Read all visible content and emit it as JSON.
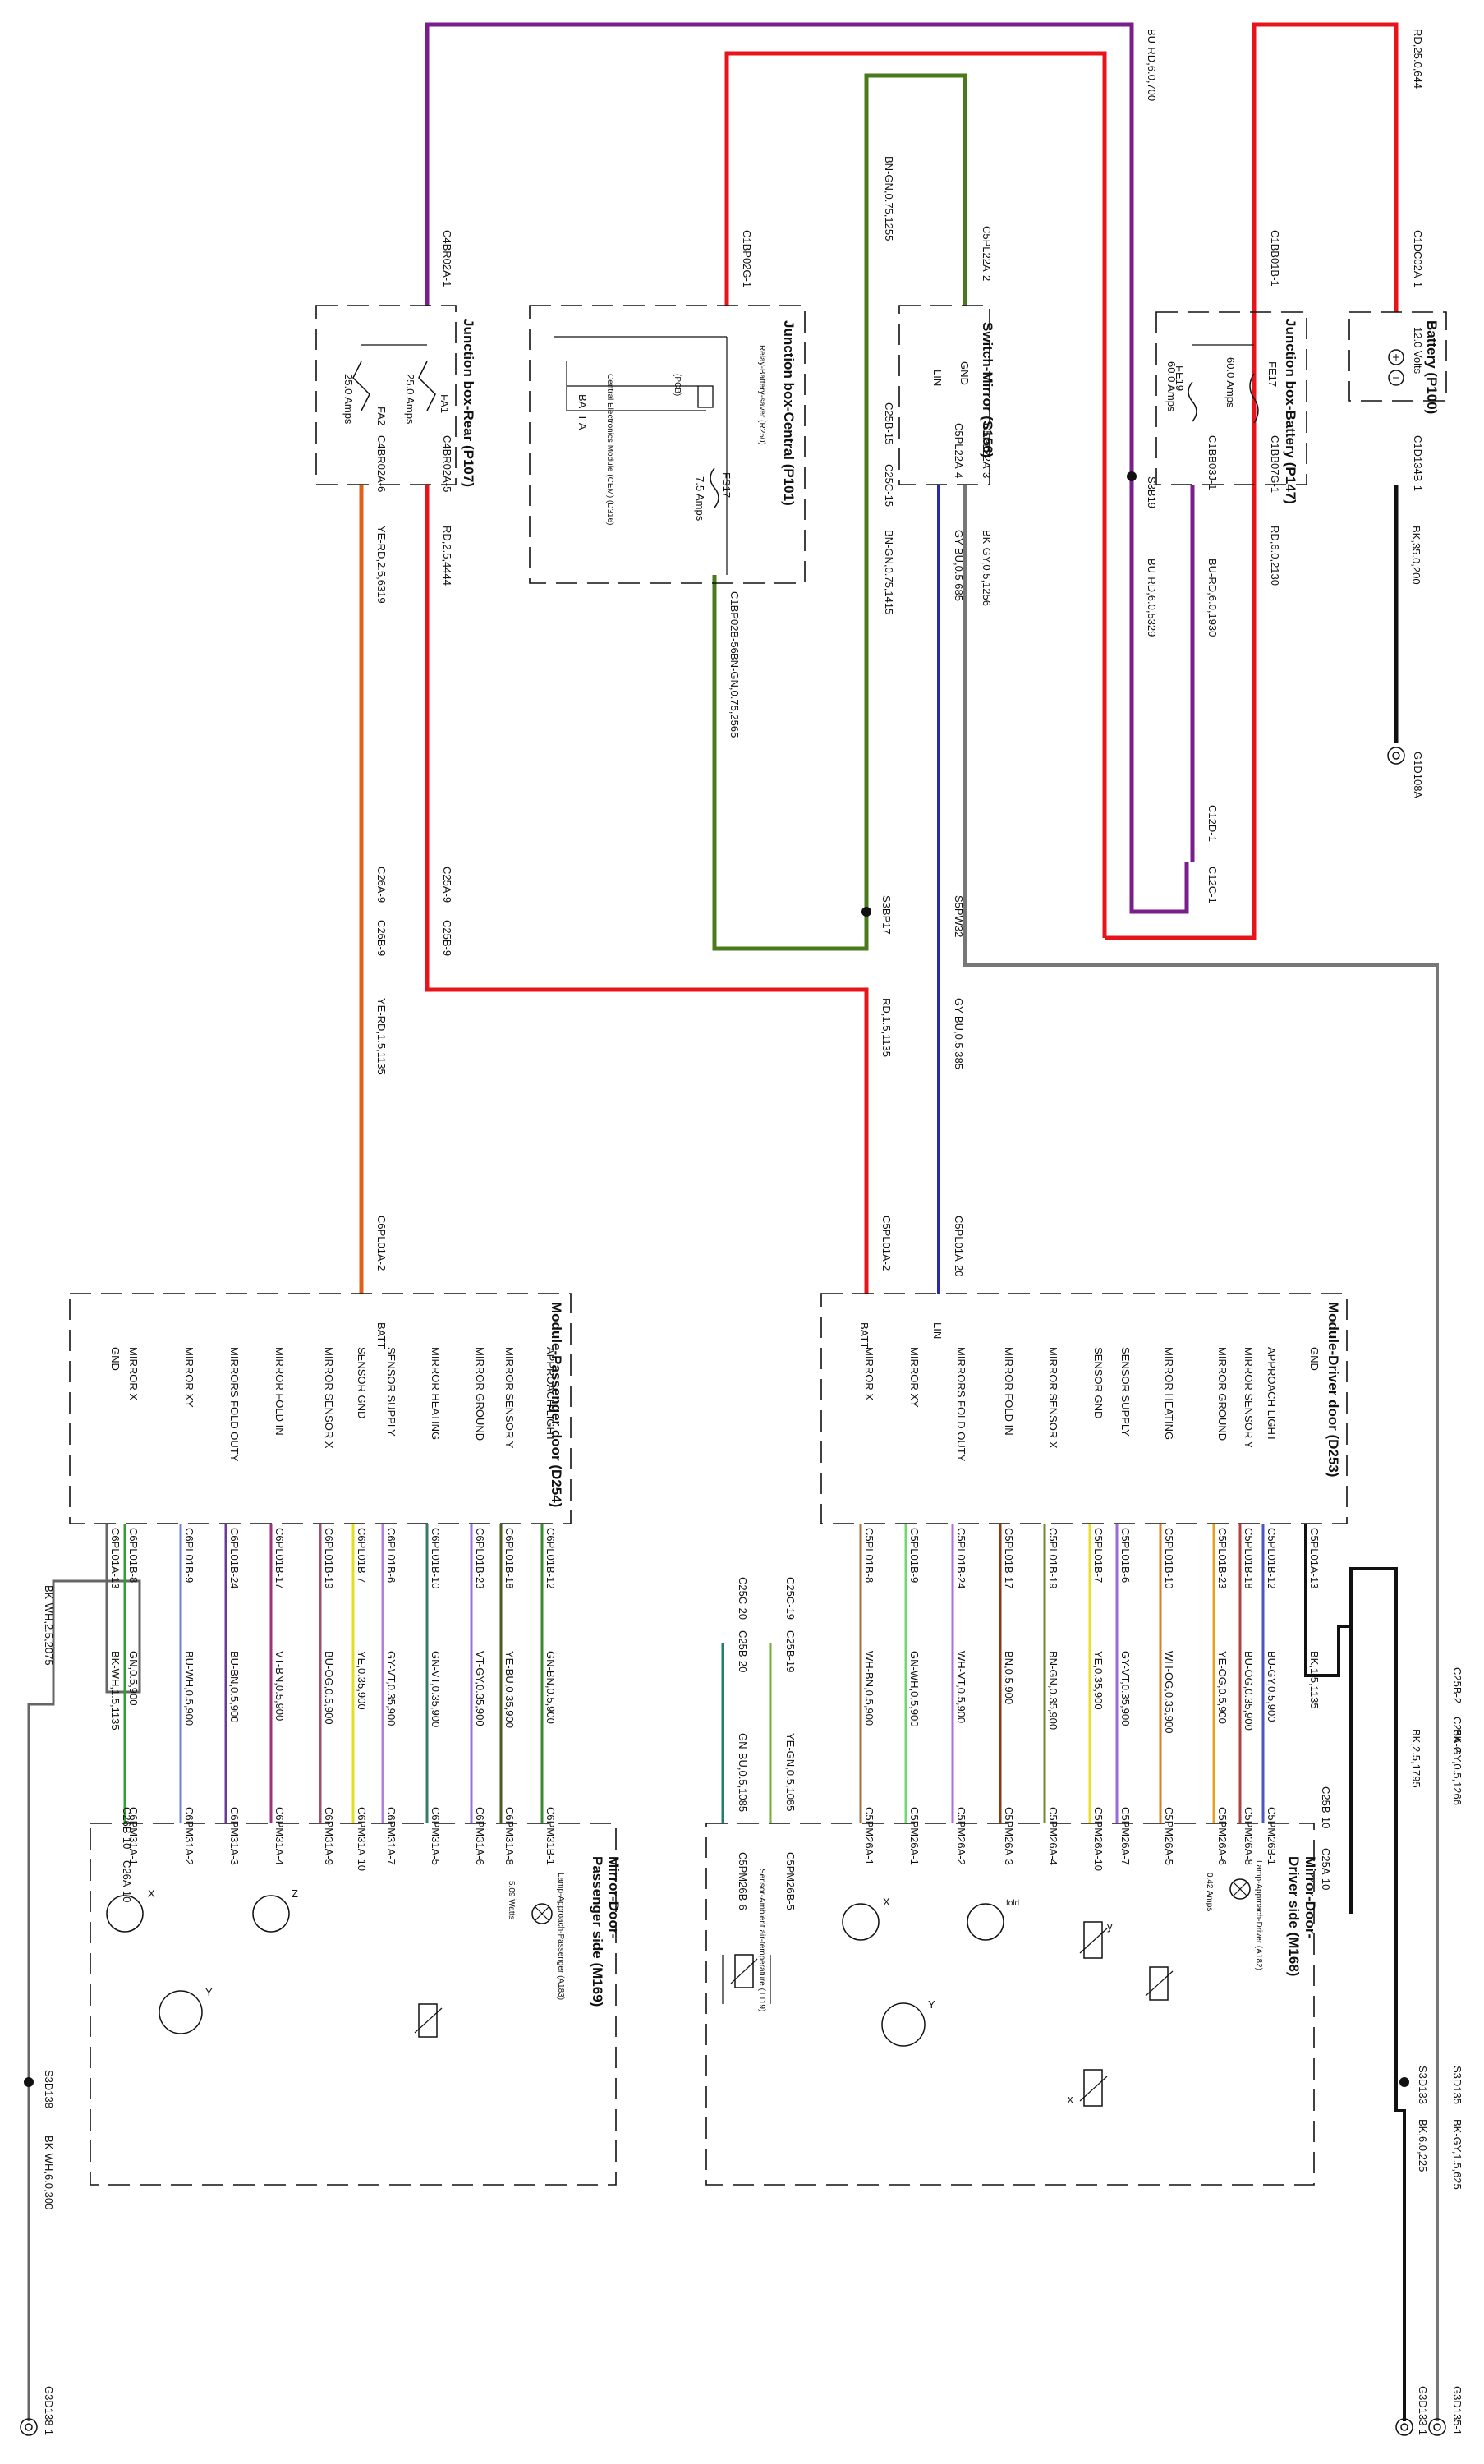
{
  "battery": {
    "title": "Battery (P100)",
    "voltage": "12.0 Volts"
  },
  "jb_battery": {
    "title": "Junction box-Battery (P147)",
    "fuses": [
      {
        "id": "FE17",
        "rating": "60.0 Amps"
      },
      {
        "id": "FE19",
        "rating": "60.0 Amps"
      }
    ]
  },
  "jb_central": {
    "title": "Junction box-Central (P101)",
    "relay": "Relay-Battery-saver (R250)",
    "cem": "Central Electronics Module (CEM) (D316)",
    "batt_label": "BATT A",
    "pcb": "(PCB)",
    "fuse": {
      "id": "FS17",
      "rating": "7.5 Amps"
    }
  },
  "switch_mirror": {
    "title": "Switch-Mirror (S156)",
    "gnd": "GND",
    "lin": "LIN"
  },
  "jb_rear": {
    "title": "Junction box-Rear (P107)",
    "fuses": [
      {
        "id": "FA1",
        "rating": "25.0 Amps"
      },
      {
        "id": "FA2",
        "rating": "25.0 Amps"
      }
    ]
  },
  "wires": {
    "w1": "RD,25.0,644",
    "w2": "BU-RD,6.0,700",
    "w3": "BN-GN,0.75,1255",
    "w4": "BK,35.0,200",
    "w5": "RD,6.0,2130",
    "w6": "BU-RD,6.0,1930",
    "w7": "BU-RD,6.0,5329",
    "w8": "BK-GY,0.5,1256",
    "w9": "GY-BU,0.5,685",
    "w10": "BN-GN,0.75,1415",
    "w11": "BN-GN,0.75,2565",
    "w12": "RD,2.5,4444",
    "w13": "YE-RD,2.5,6319",
    "w14": "YE-RD,1.5,1135",
    "w15": "RD,1.5,1135",
    "w16": "GY-BU,0.5,385",
    "w17": "BK-GY,0.5,1266",
    "w18": "BK,2.5,1795",
    "w19": "BK-GY,1.5,625",
    "w20": "BK,6.0,225",
    "w21": "BK-WH,2.5,2075",
    "w22": "BK-WH,6.0,300"
  },
  "connectors": {
    "c1": "C1DC02A-1",
    "c2": "C1D134B-1",
    "c3": "G1D108A",
    "c4": "C1BB01B-1",
    "c5": "C1BB07G-1",
    "c6": "C1BB03J-1",
    "c7": "S3B19",
    "c8": "C12D-1",
    "c9": "C12C-1",
    "c10": "C5PL22A-2",
    "c11": "C5PL22A-3",
    "c12": "C5PL22A-4",
    "c13": "C25B-15",
    "c14": "C25C-15",
    "c15": "C1BP02G-1",
    "c16": "C1BP02B-56",
    "c17": "S3BP17",
    "c18": "S5PW32",
    "c19": "C4BR02A-1",
    "c20": "C4BR02A-5",
    "c21": "C4BR02A-6",
    "c22": "C26A-9",
    "c23": "C26B-9",
    "c24": "C25A-9",
    "c25": "C25B-9",
    "c26": "C6PL01A-2",
    "c27": "C5PL01A-2",
    "c28": "C5PL01A-20",
    "c29": "C25B-2",
    "c30": "C25A-2",
    "c31": "C25B-10",
    "c32": "C25A-10",
    "c33": "S3D133",
    "c34": "S3D135",
    "c35": "G3D133-1",
    "c36": "G3D135-1",
    "c37": "C26B-10",
    "c38": "C26A-10",
    "c39": "S3D138",
    "c40": "G3D138-1",
    "c41": "C25C-19",
    "c42": "C25B-19",
    "c43": "C25C-20",
    "c44": "C25B-20"
  },
  "driver_module": {
    "title": "Module-Driver door (D253)",
    "batt": "BATT",
    "lin": "LIN",
    "pins": [
      {
        "name": "GND",
        "conn": "C5PL01A-13",
        "wire": "BK,1.5,1135",
        "dest": ""
      },
      {
        "name": "APPROACH LIGHT",
        "conn": "C5PL01B-12",
        "wire": "BU-GY,0.5,900",
        "dest": "C5PM26B-1"
      },
      {
        "name": "MIRROR SENSOR Y",
        "conn": "C5PL01B-18",
        "wire": "BU-OG,0.35,900",
        "dest": "C5PM26A-8"
      },
      {
        "name": "MIRROR GROUND",
        "conn": "C5PL01B-23",
        "wire": "YE-OG,0.5,900",
        "dest": "C5PM26A-6"
      },
      {
        "name": "MIRROR HEATING",
        "conn": "C5PL01B-10",
        "wire": "WH-OG,0.35,900",
        "dest": "C5PM26A-5"
      },
      {
        "name": "SENSOR SUPPLY",
        "conn": "C5PL01B-6",
        "wire": "GY-VT,0.35,900",
        "dest": "C5PM26A-7"
      },
      {
        "name": "SENSOR GND",
        "conn": "C5PL01B-7",
        "wire": "YE,0.35,900",
        "dest": "C5PM26A-10"
      },
      {
        "name": "MIRROR SENSOR X",
        "conn": "C5PL01B-19",
        "wire": "BN-GN,0.35,900",
        "dest": "C5PM26A-4"
      },
      {
        "name": "MIRROR FOLD IN",
        "conn": "C5PL01B-17",
        "wire": "BN,0.5,900",
        "dest": "C5PM26A-3"
      },
      {
        "name": "MIRRORS FOLD OUTY",
        "conn": "C5PL01B-24",
        "wire": "WH-VT,0.5,900",
        "dest": "C5PM26A-2"
      },
      {
        "name": "MIRROR XY",
        "conn": "C5PL01B-9",
        "wire": "GN-WH,0.5,900",
        "dest": "C5PM26A-1"
      },
      {
        "name": "MIRROR X",
        "conn": "C5PL01B-8",
        "wire": "WH-BN,0.5,900",
        "dest": "C5PM26A-1"
      }
    ],
    "ambient_wires": [
      "YE-GN,0.5,1085",
      "GN-BU,0.5,1085"
    ],
    "ambient_dest": [
      "C5PM26B-5",
      "C5PM26B-6"
    ]
  },
  "driver_mirror": {
    "title1": "Mirror-Door-",
    "title2": "Driver side (M168)",
    "lamp": "Lamp-Approach-Driver (A182)",
    "lamp_power": "0.42 Amps",
    "sensor": "Sensor-Ambient air-temperature (T119)",
    "motor_fold": "fold",
    "motor_x": "X",
    "motor_y": "Y",
    "pot_x": "x",
    "pot_y": "y"
  },
  "passenger_module": {
    "title": "Module-Passenger door (D254)",
    "batt": "BATT",
    "pins": [
      {
        "name": "APPROACH LIGHT",
        "conn": "C6PL01B-12",
        "wire": "GN-BN,0.5,900",
        "dest": "C6PM31B-1"
      },
      {
        "name": "MIRROR SENSOR Y",
        "conn": "C6PL01B-18",
        "wire": "YE-BU,0.35,900",
        "dest": "C6PM31A-8"
      },
      {
        "name": "MIRROR GROUND",
        "conn": "C6PL01B-23",
        "wire": "VT-GY,0.35,900",
        "dest": "C6PM31A-6"
      },
      {
        "name": "MIRROR HEATING",
        "conn": "C6PL01B-10",
        "wire": "GN-VT,0.35,900",
        "dest": "C6PM31A-5"
      },
      {
        "name": "SENSOR SUPPLY",
        "conn": "C6PL01B-6",
        "wire": "GY-VT,0.35,900",
        "dest": "C6PM31A-7"
      },
      {
        "name": "SENSOR GND",
        "conn": "C6PL01B-7",
        "wire": "YE,0.35,900",
        "dest": "C6PM31A-10"
      },
      {
        "name": "MIRROR SENSOR X",
        "conn": "C6PL01B-19",
        "wire": "BU-OG,0.5,900",
        "dest": "C6PM31A-9"
      },
      {
        "name": "MIRROR FOLD IN",
        "conn": "C6PL01B-17",
        "wire": "VT-BN,0.5,900",
        "dest": "C6PM31A-4"
      },
      {
        "name": "MIRRORS FOLD OUTY",
        "conn": "C6PL01B-24",
        "wire": "BU-BN,0.5,900",
        "dest": "C6PM31A-3"
      },
      {
        "name": "MIRROR XY",
        "conn": "C6PL01B-9",
        "wire": "BU-WH,0.5,900",
        "dest": "C6PM31A-2"
      },
      {
        "name": "MIRROR X",
        "conn": "C6PL01B-8",
        "wire": "GN,0.5,900",
        "dest": "C6PM31A-1"
      },
      {
        "name": "GND",
        "conn": "C6PL01A-13",
        "wire": "BK-WH,1.5,1135",
        "dest": ""
      }
    ]
  },
  "passenger_mirror": {
    "title1": "Mirror-Door-",
    "title2": "Passenger side (M169)",
    "lamp": "Lamp-Approach-Passenger (A183)",
    "lamp_power": "5.09 Watts",
    "motor_x": "X",
    "motor_y": "Y",
    "motor_z": "Z"
  }
}
